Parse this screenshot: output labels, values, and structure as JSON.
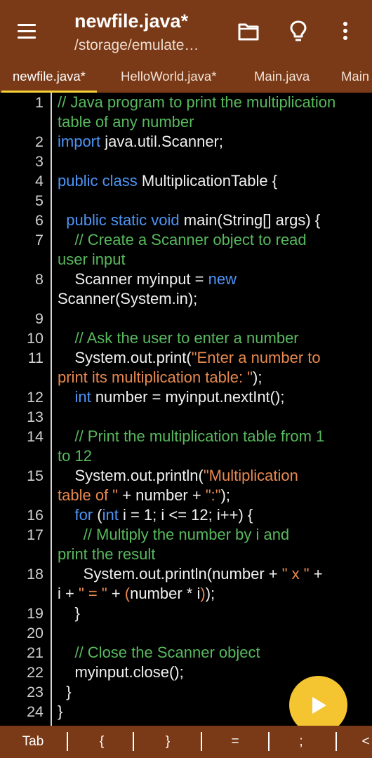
{
  "appbar": {
    "title": "newfile.java*",
    "subtitle": "/storage/emulate…",
    "menu_icon": "hamburger-menu-icon",
    "actions": [
      "folder-icon",
      "lightbulb-icon",
      "more-vert-icon"
    ]
  },
  "tabs": [
    {
      "label": "newfile.java*",
      "active": true
    },
    {
      "label": "HelloWorld.java*",
      "active": false
    },
    {
      "label": "Main.java",
      "active": false
    },
    {
      "label": "Main",
      "active": false
    }
  ],
  "editor": {
    "line_numbers": [
      "1",
      "2",
      "3",
      "4",
      "5",
      "6",
      "7",
      "8",
      "9",
      "10",
      "11",
      "12",
      "13",
      "14",
      "15",
      "16",
      "17",
      "18",
      "19",
      "20",
      "21",
      "22",
      "23",
      "24"
    ],
    "code_rows": [
      {
        "ln": "1",
        "segments": [
          {
            "t": "// Java program to print the multiplication",
            "c": "cm"
          }
        ]
      },
      {
        "ln": "",
        "segments": [
          {
            "t": "table of any number",
            "c": "cm"
          }
        ]
      },
      {
        "ln": "2",
        "segments": [
          {
            "t": "import",
            "c": "kw"
          },
          {
            "t": " java.util.Scanner;",
            "c": "pl"
          }
        ]
      },
      {
        "ln": "3",
        "segments": []
      },
      {
        "ln": "4",
        "segments": [
          {
            "t": "public class",
            "c": "kw"
          },
          {
            "t": " MultiplicationTable {",
            "c": "pl"
          }
        ]
      },
      {
        "ln": "5",
        "segments": []
      },
      {
        "ln": "6",
        "segments": [
          {
            "t": "  ",
            "c": "pl"
          },
          {
            "t": "public static void",
            "c": "kw"
          },
          {
            "t": " main(String[] args) {",
            "c": "pl"
          }
        ]
      },
      {
        "ln": "7",
        "segments": [
          {
            "t": "    ",
            "c": "pl"
          },
          {
            "t": "// Create a Scanner object to read",
            "c": "cm"
          }
        ]
      },
      {
        "ln": "",
        "segments": [
          {
            "t": "user input",
            "c": "cm"
          }
        ]
      },
      {
        "ln": "8",
        "segments": [
          {
            "t": "    Scanner myinput = ",
            "c": "pl"
          },
          {
            "t": "new",
            "c": "kw"
          }
        ]
      },
      {
        "ln": "",
        "segments": [
          {
            "t": "Scanner(System.in);",
            "c": "pl"
          }
        ]
      },
      {
        "ln": "9",
        "segments": []
      },
      {
        "ln": "10",
        "segments": [
          {
            "t": "    ",
            "c": "pl"
          },
          {
            "t": "// Ask the user to enter a number",
            "c": "cm"
          }
        ]
      },
      {
        "ln": "11",
        "segments": [
          {
            "t": "    System.out.print(",
            "c": "pl"
          },
          {
            "t": "\"Enter a number to",
            "c": "st"
          }
        ]
      },
      {
        "ln": "",
        "segments": [
          {
            "t": "print its multiplication table: \"",
            "c": "st"
          },
          {
            "t": ");",
            "c": "pl"
          }
        ]
      },
      {
        "ln": "12",
        "segments": [
          {
            "t": "    ",
            "c": "pl"
          },
          {
            "t": "int",
            "c": "kw"
          },
          {
            "t": " number = myinput.nextInt();",
            "c": "pl"
          }
        ]
      },
      {
        "ln": "13",
        "segments": []
      },
      {
        "ln": "14",
        "segments": [
          {
            "t": "    ",
            "c": "pl"
          },
          {
            "t": "// Print the multiplication table from 1",
            "c": "cm"
          }
        ]
      },
      {
        "ln": "",
        "segments": [
          {
            "t": "to 12",
            "c": "cm"
          }
        ]
      },
      {
        "ln": "15",
        "segments": [
          {
            "t": "    System.out.println(",
            "c": "pl"
          },
          {
            "t": "\"Multiplication",
            "c": "st"
          }
        ]
      },
      {
        "ln": "",
        "segments": [
          {
            "t": "table of \"",
            "c": "st"
          },
          {
            "t": " + number + ",
            "c": "pl"
          },
          {
            "t": "\":\"",
            "c": "st"
          },
          {
            "t": ");",
            "c": "pl"
          }
        ]
      },
      {
        "ln": "16",
        "segments": [
          {
            "t": "    ",
            "c": "pl"
          },
          {
            "t": "for",
            "c": "kw"
          },
          {
            "t": " (",
            "c": "pl"
          },
          {
            "t": "int",
            "c": "kw"
          },
          {
            "t": " i = 1; i <= 12; i++) {",
            "c": "pl"
          }
        ]
      },
      {
        "ln": "17",
        "segments": [
          {
            "t": "      ",
            "c": "pl"
          },
          {
            "t": "// Multiply the number by i and",
            "c": "cm"
          }
        ]
      },
      {
        "ln": "",
        "segments": [
          {
            "t": "print the result",
            "c": "cm"
          }
        ]
      },
      {
        "ln": "18",
        "segments": [
          {
            "t": "      System.out.println(number + ",
            "c": "pl"
          },
          {
            "t": "\" x \"",
            "c": "st"
          },
          {
            "t": " +",
            "c": "pl"
          }
        ]
      },
      {
        "ln": "",
        "segments": [
          {
            "t": "i + ",
            "c": "pl"
          },
          {
            "t": "\" = \"",
            "c": "st"
          },
          {
            "t": " + ",
            "c": "pl"
          },
          {
            "t": "(",
            "c": "st"
          },
          {
            "t": "number * i",
            "c": "pl"
          },
          {
            "t": ")",
            "c": "st"
          },
          {
            "t": ");",
            "c": "pl"
          }
        ]
      },
      {
        "ln": "19",
        "segments": [
          {
            "t": "    }",
            "c": "pl"
          }
        ]
      },
      {
        "ln": "20",
        "segments": []
      },
      {
        "ln": "21",
        "segments": [
          {
            "t": "    ",
            "c": "pl"
          },
          {
            "t": "// Close the Scanner object",
            "c": "cm"
          }
        ]
      },
      {
        "ln": "22",
        "segments": [
          {
            "t": "    myinput.close();",
            "c": "pl"
          }
        ]
      },
      {
        "ln": "23",
        "segments": [
          {
            "t": "  }",
            "c": "pl"
          }
        ]
      },
      {
        "ln": "24",
        "segments": [
          {
            "t": "}",
            "c": "pl"
          }
        ]
      }
    ]
  },
  "fab": {
    "icon": "play-icon"
  },
  "bottombar": {
    "keys": [
      "Tab",
      "{",
      "}",
      "=",
      ";",
      "<"
    ]
  },
  "colors": {
    "appbar": "#7a3a17",
    "tab_indicator": "#f4d136",
    "fab": "#f4c431",
    "comment": "#58b95e",
    "keyword": "#4d95f5",
    "string": "#e8894f"
  }
}
